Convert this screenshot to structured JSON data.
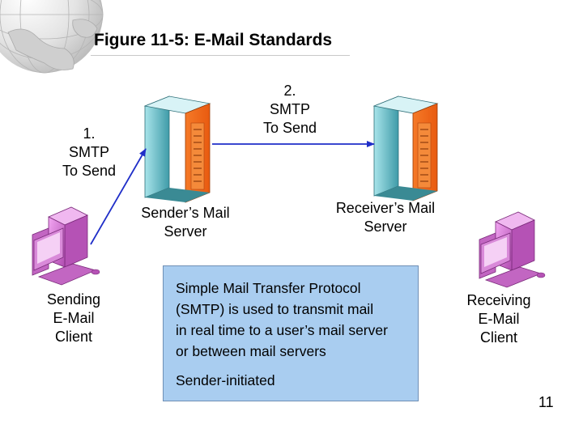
{
  "title": "Figure 11-5: E-Mail Standards",
  "arrows": {
    "step1_lines": [
      "1.",
      "SMTP",
      "To Send"
    ],
    "step2_lines": [
      "2.",
      "SMTP",
      "To Send"
    ]
  },
  "nodes": {
    "sending_client_lines": [
      "Sending",
      "E-Mail",
      "Client"
    ],
    "sender_server_lines": [
      "Sender’s Mail",
      "Server"
    ],
    "receiver_server_lines": [
      "Receiver’s Mail",
      "Server"
    ],
    "receiving_client_lines": [
      "Receiving",
      "E-Mail",
      "Client"
    ]
  },
  "info_box": {
    "lines": [
      "Simple Mail Transfer Protocol",
      "(SMTP) is used  to transmit mail",
      "in real time to a user’s mail server",
      "or between mail servers"
    ],
    "footer": "Sender-initiated"
  },
  "page_number": "11",
  "colors": {
    "server_front": "#f06818",
    "server_side": "#5fb8c4",
    "client_body": "#d070d0",
    "arrow": "#1f2ec8",
    "info_box_bg": "#a9cdf0"
  },
  "icons": [
    "globe-icon",
    "server-icon",
    "computer-icon"
  ]
}
